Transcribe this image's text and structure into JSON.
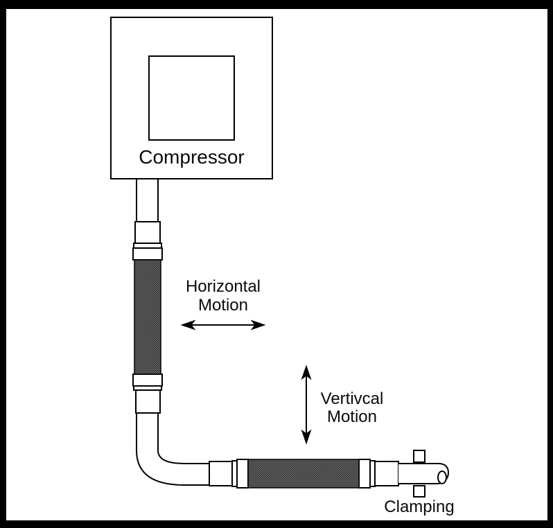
{
  "labels": {
    "compressor": "Compressor",
    "horizontal_motion": "Horizontal\nMotion",
    "vertical_motion": "Vertivcal\nMotion",
    "clamping": "Clamping"
  },
  "colors": {
    "line": "#000000",
    "background": "#ffffff",
    "frame": "#000000",
    "hose_base": "#2f2f2f",
    "hose_weave": "#6e6e6e"
  }
}
